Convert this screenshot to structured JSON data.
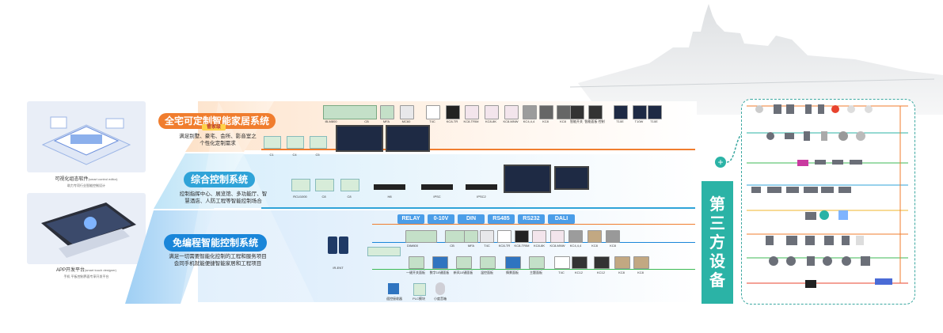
{
  "left_cards": {
    "software_caption": "可视化组态软件",
    "software_caption_en": "(smart control editor)",
    "software_sub": "助力专项行业智能控制设计",
    "app_caption": "APP开发平台",
    "app_caption_en": "(smart touch designer)",
    "app_sub": "手机 平板控制界面专享开发平台"
  },
  "levels": [
    {
      "title": "全宅可定制智能家居系统",
      "tag": "管家级",
      "desc_line1": "满足别墅、豪宅、会所、影音室之",
      "desc_line2": "个性化定制需求",
      "color": "#f07d2e"
    },
    {
      "title": "综合控制系统",
      "desc_line1": "控制指挥中心、展览馆、多功能厅、智",
      "desc_line2": "慧酒店、人防工程等智能控制场合",
      "color": "#2fa3d8"
    },
    {
      "title": "免编程智能控制系统",
      "desc_line1": "满足一切需要智能化控制的工程和服务项目",
      "desc_line2": "会同手机就能便捷智能家居和工程项目",
      "color": "#1a86d9"
    }
  ],
  "row1_devices": [
    "IB-M800",
    "CB",
    "MFA",
    "MC60",
    "T4C",
    "KC8-TR",
    "KC8-TRIM",
    "KC8-8K",
    "KC8-MNW",
    "KC4,4,4",
    "KC8",
    "KC8",
    "智能开关",
    "智能面板·控制",
    "T10E",
    "T10W",
    "T10E"
  ],
  "row1_sub": [
    "C1",
    "C4",
    "C5"
  ],
  "row2_devices": [
    "RCU1000",
    "C8",
    "C8",
    "H8",
    "IPSC",
    "IPSC2"
  ],
  "protocols": [
    "RELAY",
    "0-10V",
    "DIN",
    "RS485",
    "RS232",
    "DALI"
  ],
  "row3_devices": [
    "DIM800",
    "CB",
    "MFA",
    "T4C",
    "KC8-TR",
    "KC8-TRIM",
    "KC8-8K",
    "KC8-MNW",
    "KC4,4,4",
    "KC8",
    "KC8"
  ],
  "row3_gateway": "IR-ENT",
  "row3_bottom": [
    "一键开关面板",
    "数字10键面板",
    "新风10键面板",
    "温控面板",
    "情景面板",
    "主题面板",
    "T4C",
    "KC12",
    "KC12",
    "KC8",
    "KC8"
  ],
  "row3_more": [
    "遥控接收器",
    "PLC模块",
    "小度音箱"
  ],
  "third_party": [
    "第",
    "三",
    "方",
    "设",
    "备"
  ],
  "colors": {
    "orange": "#f07d2e",
    "teal": "#2bb3a6",
    "blue": "#1a86d9",
    "green": "#3cba54",
    "red": "#e8432e"
  }
}
